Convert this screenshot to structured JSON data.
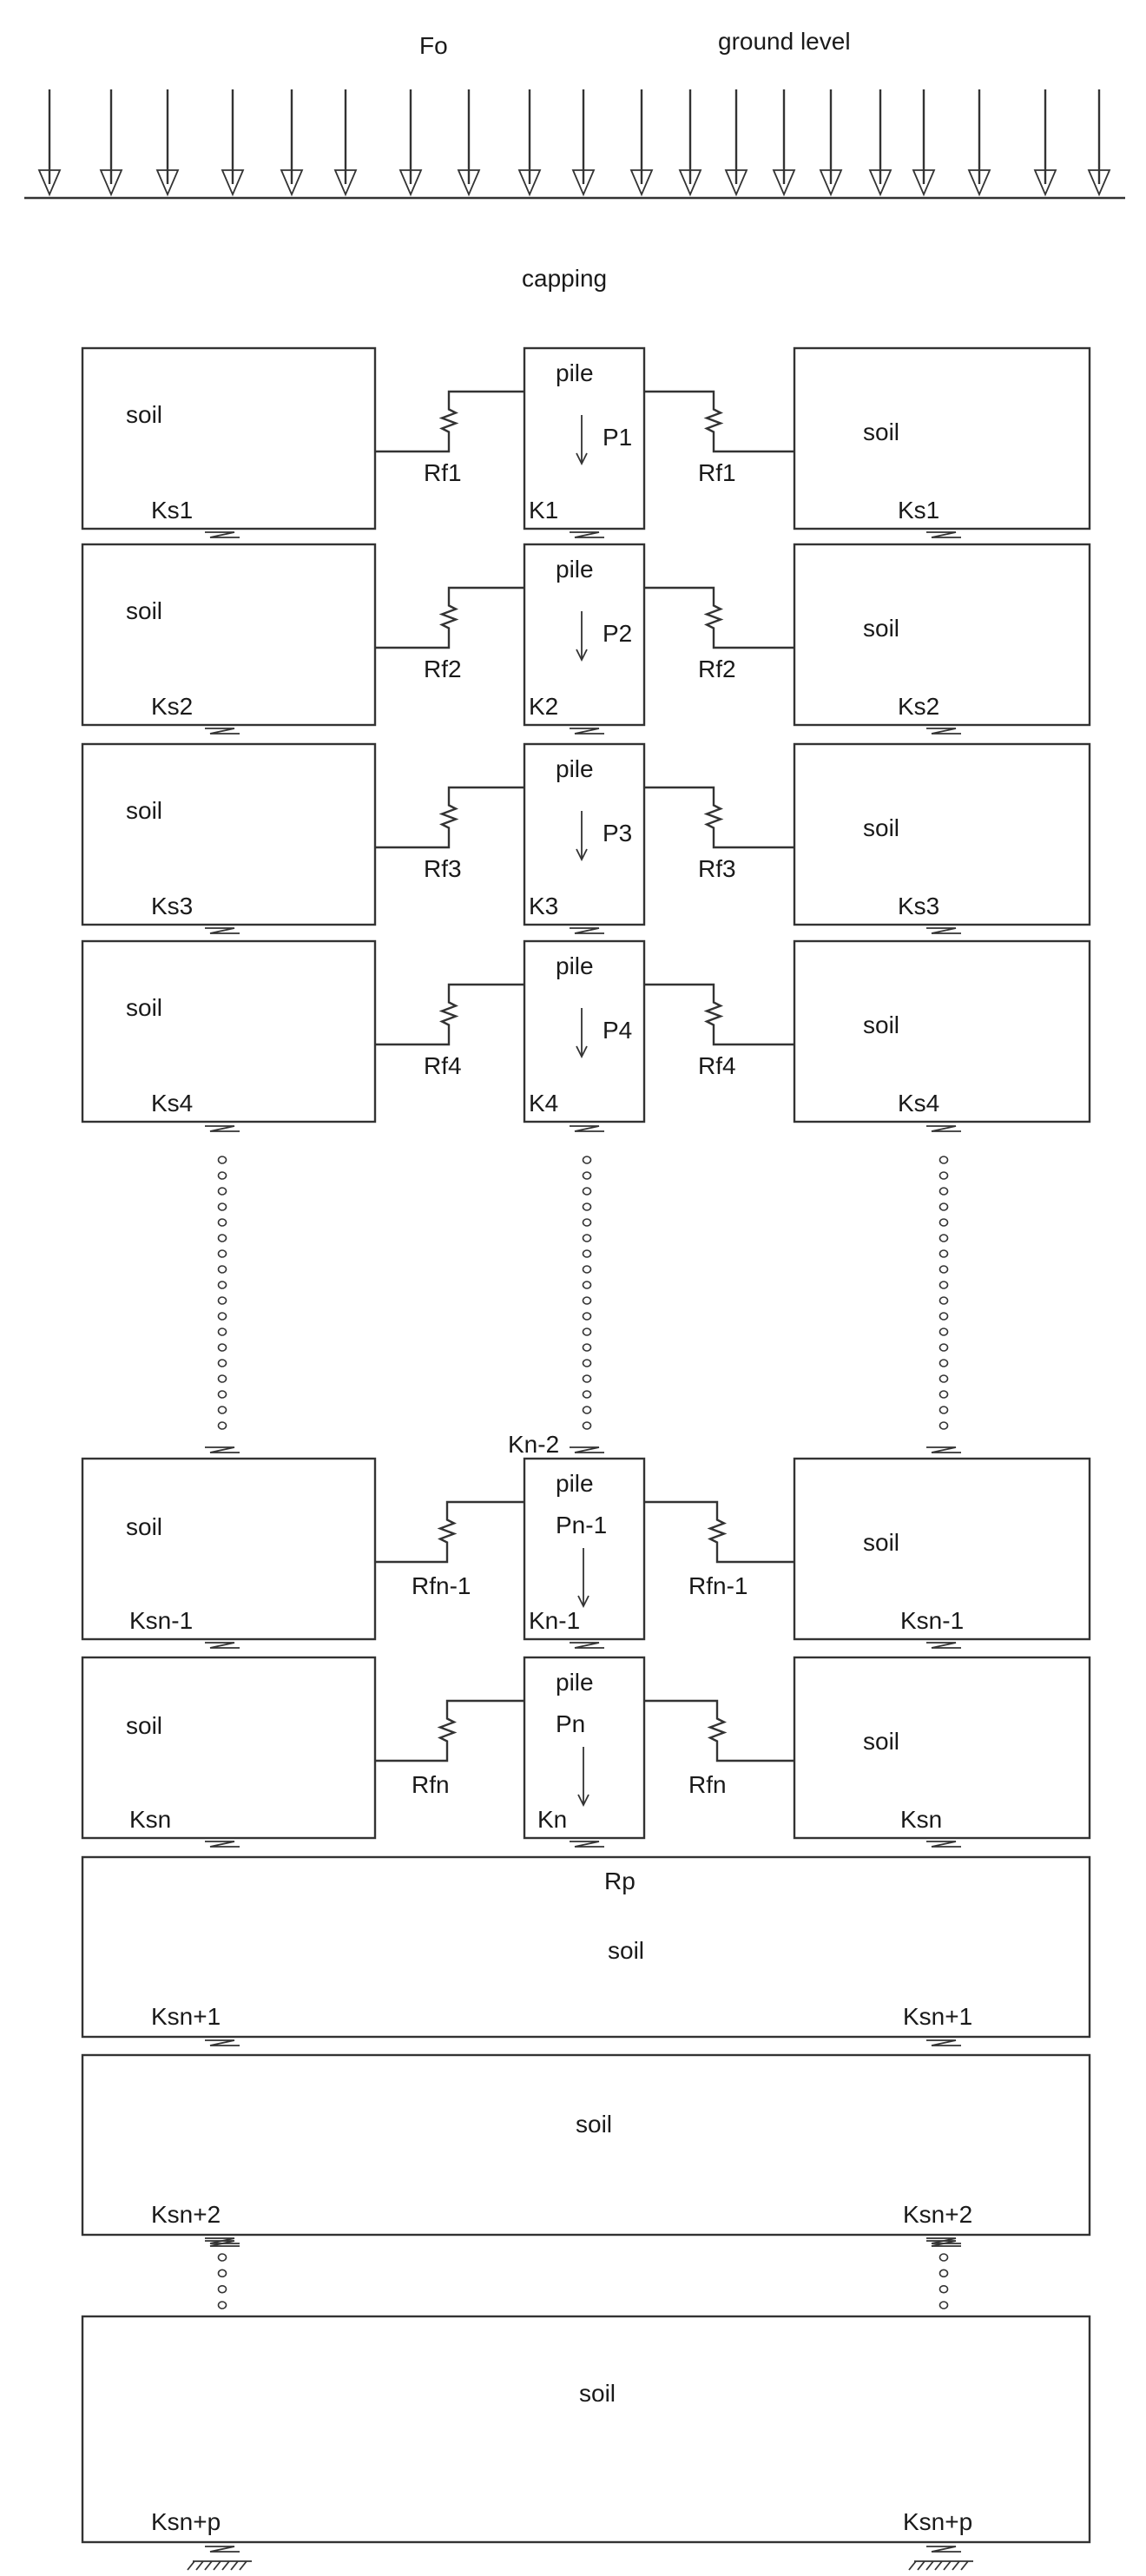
{
  "header": {
    "force_label": "Fo",
    "ground_label": "ground level",
    "capping_label": "capping"
  },
  "soil_label": "soil",
  "pile_label": "pile",
  "rows": [
    {
      "ks": "Ks1",
      "rf": "Rf1",
      "k": "K1",
      "p": "P1"
    },
    {
      "ks": "Ks2",
      "rf": "Rf2",
      "k": "K2",
      "p": "P2"
    },
    {
      "ks": "Ks3",
      "rf": "Rf3",
      "k": "K3",
      "p": "P3"
    },
    {
      "ks": "Ks4",
      "rf": "Rf4",
      "k": "K4",
      "p": "P4"
    },
    {
      "ks": "Ksn-1",
      "rf": "Rfn-1",
      "k": "Kn-1",
      "p": "Pn-1"
    },
    {
      "ks": "Ksn",
      "rf": "Rfn",
      "k": "Kn",
      "p": "Pn"
    }
  ],
  "kn2_label": "Kn-2",
  "rp_label": "Rp",
  "bottom_layers": [
    {
      "ks": "Ksn+1"
    },
    {
      "ks": "Ksn+2"
    },
    {
      "ks": "Ksn+p"
    }
  ]
}
